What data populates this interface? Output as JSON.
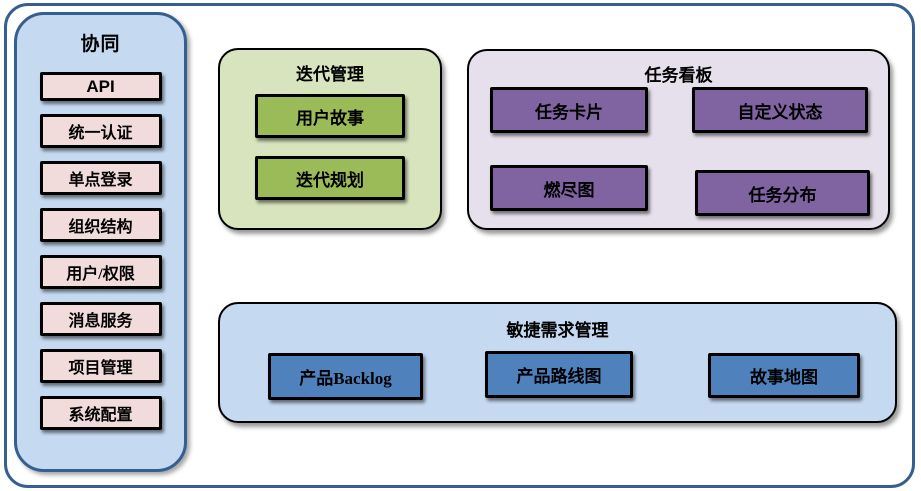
{
  "colors": {
    "frame_border": "#365F91",
    "sidebar_bg": "#C5D9F1",
    "sidebar_item_bg": "#F2DCDB",
    "iteration_bg": "#D7E4BD",
    "iteration_item_bg": "#9BBB59",
    "kanban_bg": "#E6E0EC",
    "kanban_item_bg": "#8064A2",
    "agile_bg": "#C5D9F1",
    "agile_item_bg": "#4F81BD",
    "item_border": "#000000",
    "text": "#000000"
  },
  "sidebar": {
    "title": "协同",
    "items": [
      "API",
      "统一认证",
      "单点登录",
      "组织结构",
      "用户/权限",
      "消息服务",
      "项目管理",
      "系统配置"
    ]
  },
  "groups": {
    "iteration": {
      "title": "迭代管理",
      "items": [
        "用户故事",
        "迭代规划"
      ]
    },
    "kanban": {
      "title": "任务看板",
      "items": [
        "任务卡片",
        "自定义状态",
        "燃尽图",
        "任务分布"
      ]
    },
    "agile": {
      "title": "敏捷需求管理",
      "items": [
        "产品Backlog",
        "产品路线图",
        "故事地图"
      ]
    }
  }
}
